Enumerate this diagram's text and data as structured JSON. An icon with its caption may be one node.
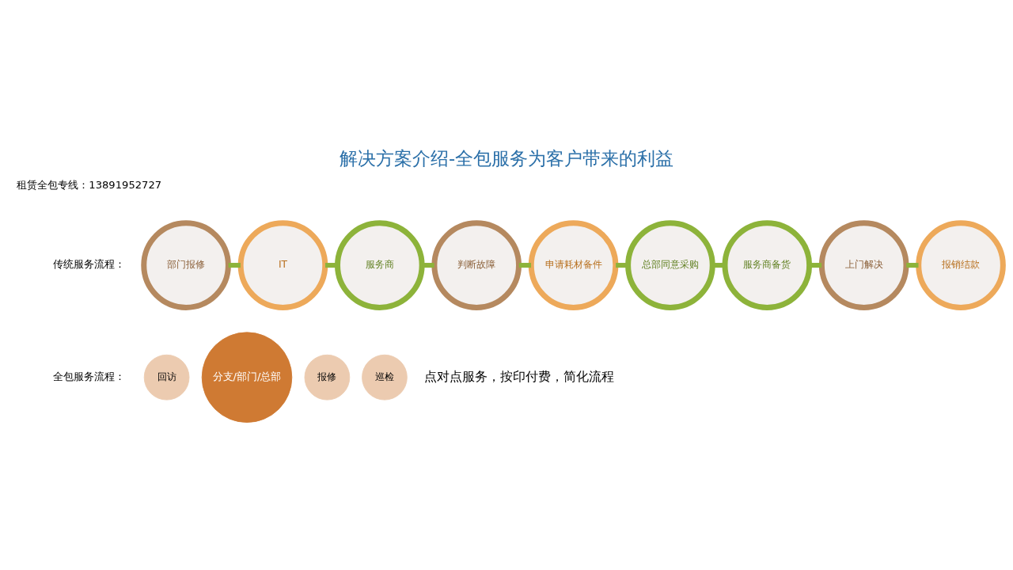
{
  "diagram": {
    "title": "解决方案介绍-全包服务为客户带来的利益",
    "nodes": [
      {
        "text": [
          "部门报修"
        ]
      },
      {
        "text": [
          "IT"
        ]
      },
      {
        "text": [
          "服务商"
        ]
      },
      {
        "text": [
          "判断故障"
        ]
      },
      {
        "text": [
          "申请耗材备件"
        ]
      },
      {
        "text": [
          "总部同意采购"
        ]
      },
      {
        "text": [
          "服务商备货"
        ]
      },
      {
        "text": [
          "上门解决"
        ]
      },
      {
        "text": [
          "报销结款"
        ]
      },
      {
        "text": [
          "回访"
        ]
      },
      {
        "text": [
          "分支/部门/总部"
        ]
      },
      {
        "text": [
          "报修"
        ]
      },
      {
        "text": [
          "巡检"
        ]
      }
    ],
    "edges": [
      {
        "from": 0,
        "to": 1,
        "arrow": "none"
      },
      {
        "from": 1,
        "to": 2,
        "arrow": "none"
      },
      {
        "from": 2,
        "to": 3,
        "arrow": "none"
      },
      {
        "from": 3,
        "to": 4,
        "arrow": "none"
      },
      {
        "from": 4,
        "to": 5,
        "arrow": "none"
      },
      {
        "from": 5,
        "to": 6,
        "arrow": "none"
      },
      {
        "from": 6,
        "to": 7,
        "arrow": "none"
      },
      {
        "from": 7,
        "to": 8,
        "arrow": "none"
      }
    ],
    "labels": [
      "租赁全包专线：13891952727",
      "传统服务流程：",
      "全包服务流程：",
      "点对点服务，按印付费，简化流程"
    ]
  }
}
